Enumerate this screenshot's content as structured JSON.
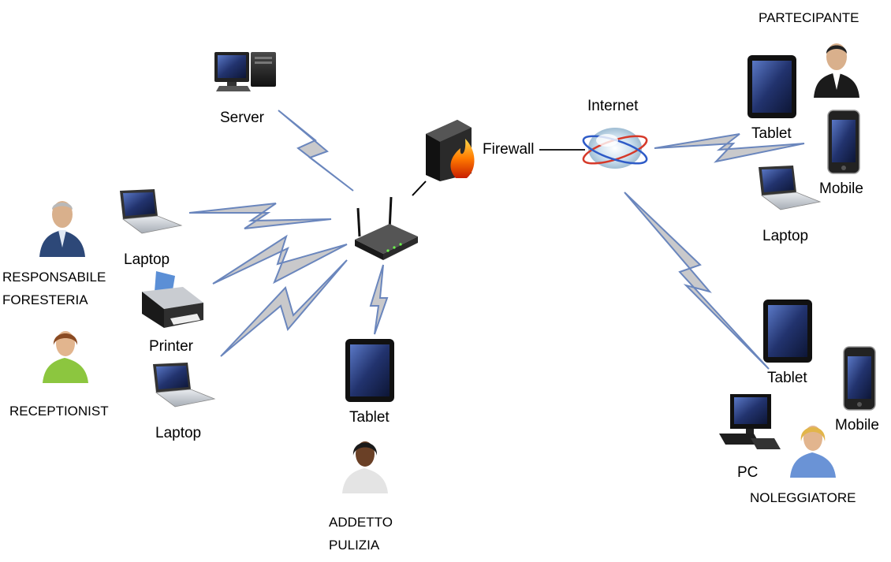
{
  "labels": {
    "server": "Server",
    "firewall": "Firewall",
    "internet": "Internet",
    "laptop_left_top": "Laptop",
    "printer": "Printer",
    "laptop_left_bottom": "Laptop",
    "tablet_center": "Tablet",
    "tablet_right_top": "Tablet",
    "mobile_right_top": "Mobile",
    "laptop_right": "Laptop",
    "tablet_right_bottom": "Tablet",
    "mobile_right_bottom": "Mobile",
    "pc": "PC"
  },
  "roles": {
    "partecipante": "PARTECIPANTE",
    "responsabile_line1": "RESPONSABILE",
    "responsabile_line2": "FORESTERIA",
    "receptionist": "RECEPTIONIST",
    "addetto_line1": "ADDETTO",
    "addetto_line2": "PULIZIA",
    "noleggiatore": "NOLEGGIATORE"
  },
  "colors": {
    "link_fill": "#c9c9cb",
    "link_stroke": "#6a86bd",
    "screen": "#2a3a7a"
  },
  "icons": [
    "server-icon",
    "firewall-icon",
    "router-icon",
    "internet-cloud-icon",
    "laptop-icon",
    "printer-icon",
    "tablet-icon",
    "mobile-icon",
    "pc-icon",
    "person-icon"
  ]
}
